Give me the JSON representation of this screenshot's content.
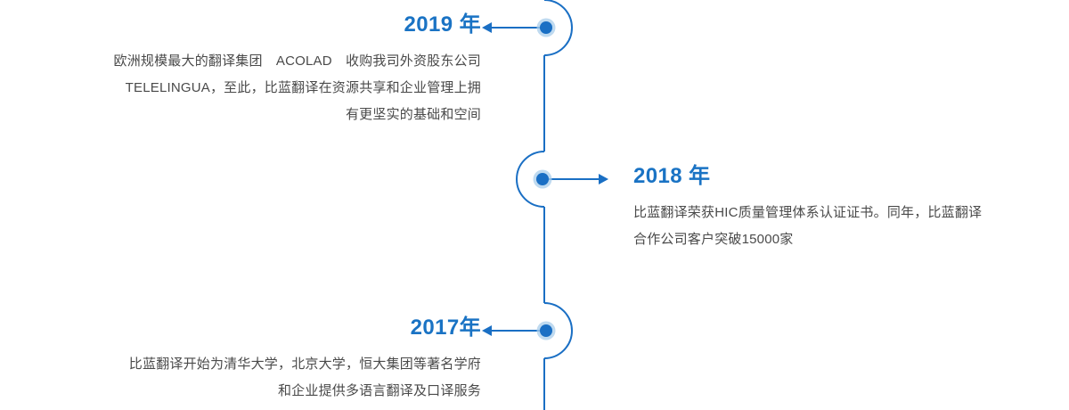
{
  "theme": {
    "background": "#ffffff",
    "line_color": "#1a6fc4",
    "node_core_color": "#1a6fc4",
    "node_halo_color": "#a9cdeb",
    "year_color": "#1a73c4",
    "body_text_color": "#4a4a4a"
  },
  "timeline": {
    "entries": [
      {
        "id": "2019",
        "year_label": "2019 年",
        "side": "left",
        "arrow_direction": "left",
        "body_lines": [
          "欧洲规模最大的翻译集团　ACOLAD　收购我司外资股东公司",
          "TELELINGUA，至此，比蓝翻译在资源共享和企业管理上拥",
          "有更坚实的基础和空间"
        ]
      },
      {
        "id": "2018",
        "year_label": "2018 年",
        "side": "right",
        "arrow_direction": "right",
        "body_lines": [
          "比蓝翻译荣获HIC质量管理体系认证证书。同年，比蓝翻译",
          "合作公司客户突破15000家"
        ]
      },
      {
        "id": "2017",
        "year_label": "2017年",
        "side": "left",
        "arrow_direction": "left",
        "body_lines": [
          "比蓝翻译开始为清华大学，北京大学，恒大集团等著名学府",
          "和企业提供多语言翻译及口译服务"
        ]
      }
    ]
  }
}
